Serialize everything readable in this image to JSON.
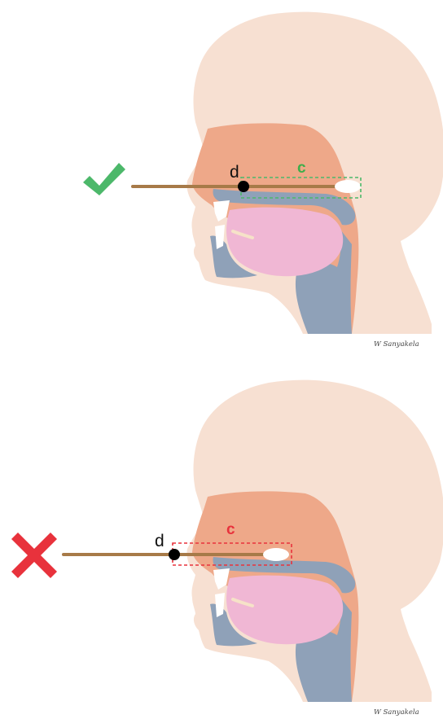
{
  "panels": [
    {
      "id": "correct",
      "verdict_icon": "check-icon",
      "verdict_color": "#4cb86a",
      "label_d": "d",
      "label_c": "c",
      "label_c_color": "#3eae4a",
      "box_color": "#4cb86a",
      "signature": "W Sanyakela"
    },
    {
      "id": "incorrect",
      "verdict_icon": "cross-icon",
      "verdict_color": "#e8323c",
      "label_d": "d",
      "label_c": "c",
      "label_c_color": "#e8323c",
      "box_color": "#e8323c",
      "signature": "W Sanyakela"
    }
  ],
  "colors": {
    "skin": "#f7e0d2",
    "nasal_cavity": "#eea889",
    "airway": "#8fa1b8",
    "tongue": "#f0b7d4",
    "swab_stick": "#a77a48",
    "swab_tip": "#ffffff",
    "marker": "#000000"
  }
}
